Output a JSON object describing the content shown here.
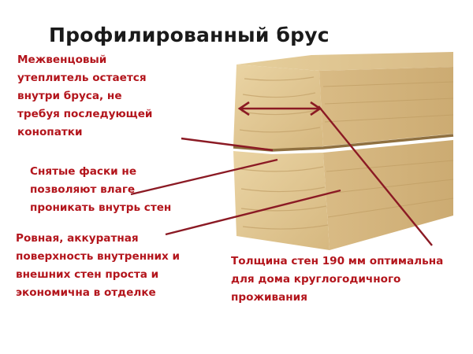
{
  "title": "Профилированный брус",
  "annotations": {
    "insulation": "Межвенцовый\nутеплитель остается\nвнутри бруса, не\nтребуя  последующей\nконопатки",
    "chamfers": "Снятые фаски не\nпозволяют влаге\nпроникать внутрь стен",
    "surface": "Ровная, аккуратная\nповерхность внутренних и\nвнешних стен проста и\nэкономична в отделке",
    "thickness": "Толщина стен 190 мм оптимальна\nдля дома круглогодичного\nпроживания"
  },
  "colors": {
    "annotation_text": "#b3151c",
    "arrow": "#8b1a24",
    "title": "#1a1a1a",
    "wood_face": "#dcc08c",
    "wood_end": "#e2c995"
  }
}
